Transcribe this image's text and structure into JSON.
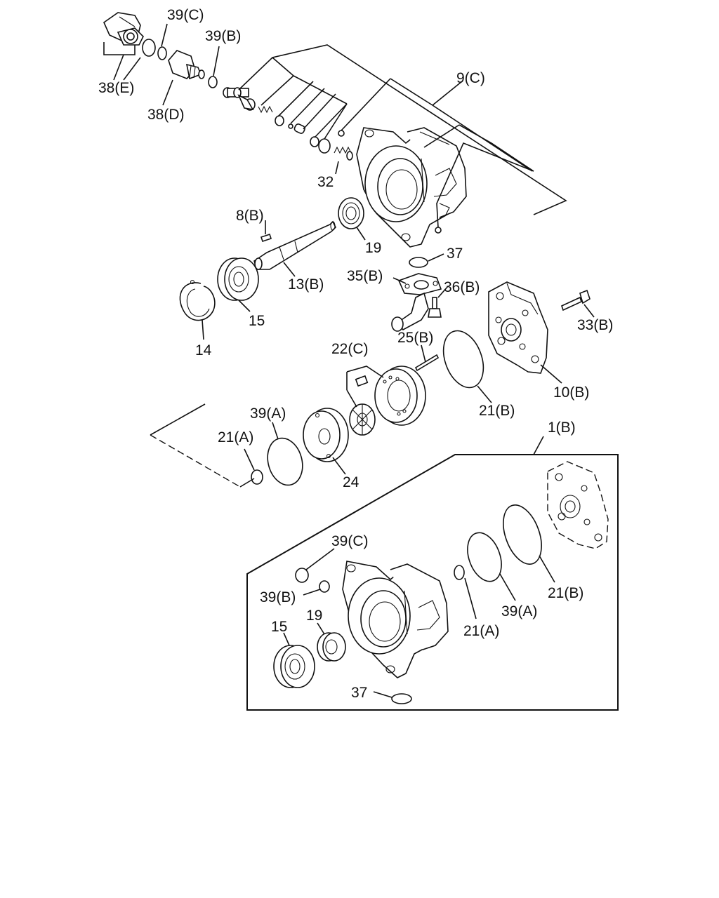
{
  "diagram": {
    "labels": {
      "p38e": "38(E)",
      "p39c": "39(C)",
      "p39b": "39(B)",
      "p38d": "38(D)",
      "p9c": "9(C)",
      "p32": "32",
      "p8b": "8(B)",
      "p19": "19",
      "p37": "37",
      "p13b": "13(B)",
      "p35b": "35(B)",
      "p36b": "36(B)",
      "p15": "15",
      "p33b": "33(B)",
      "p14": "14",
      "p22c": "22(C)",
      "p25b": "25(B)",
      "p21b": "21(B)",
      "p10b": "10(B)",
      "p39a": "39(A)",
      "p21a": "21(A)",
      "p24": "24",
      "p1b": "1(B)",
      "inset_39c": "39(C)",
      "inset_39b": "39(B)",
      "inset_15": "15",
      "inset_19": "19",
      "inset_37": "37",
      "inset_21a": "21(A)",
      "inset_39a": "39(A)",
      "inset_21b": "21(B)"
    }
  }
}
